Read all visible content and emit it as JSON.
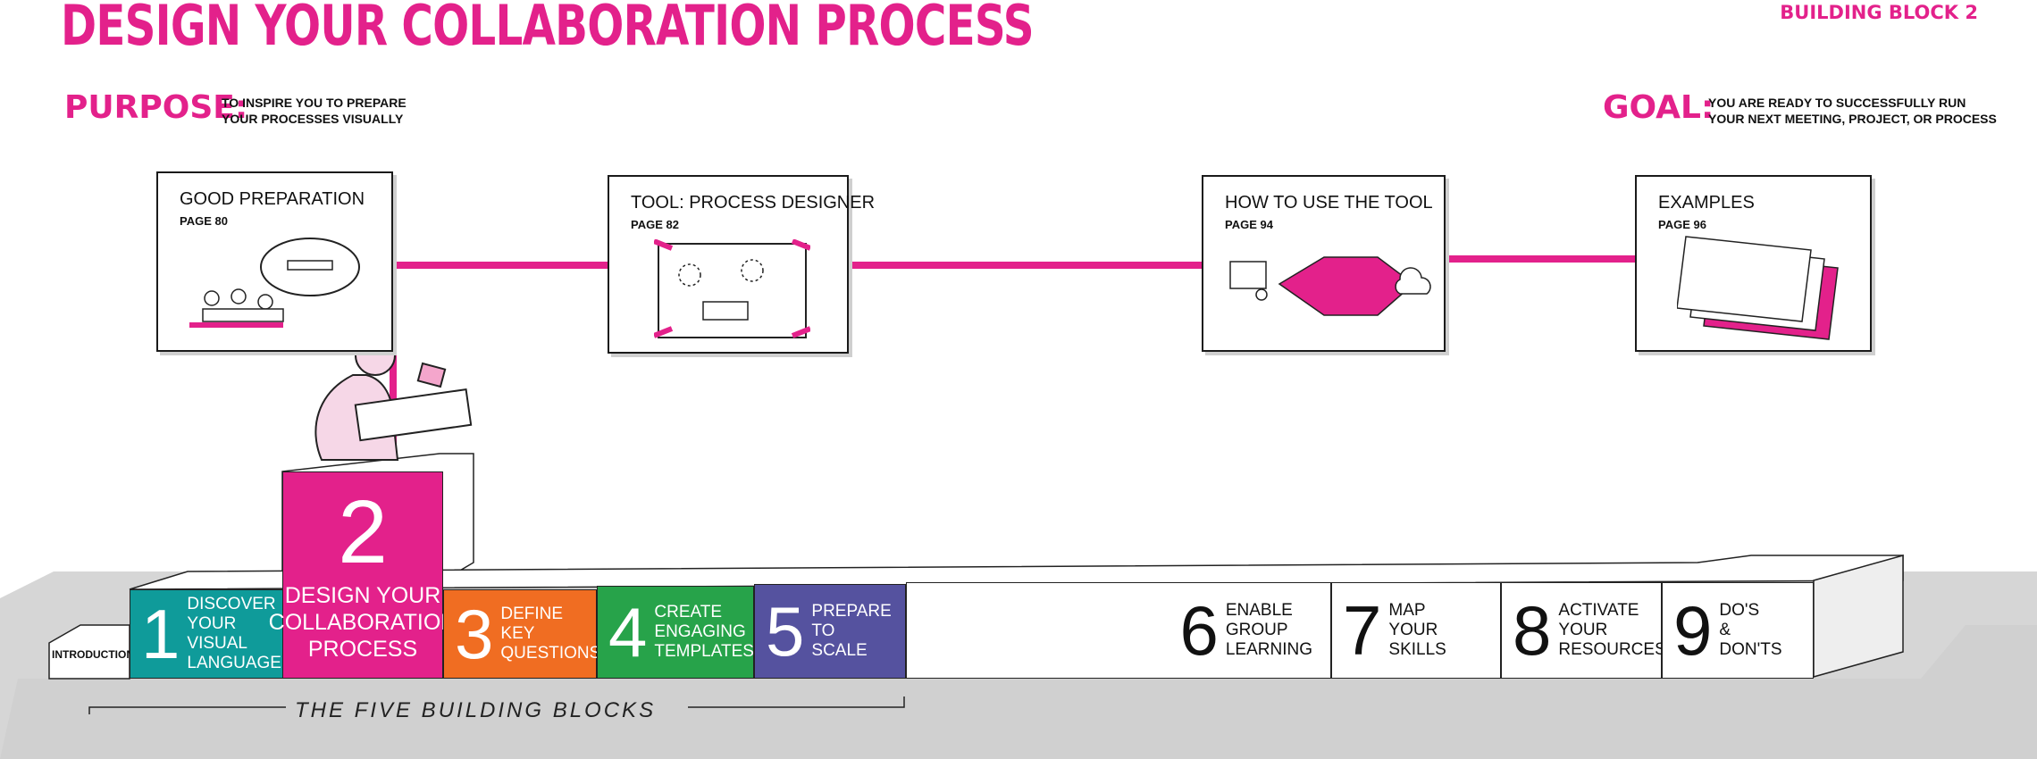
{
  "header": {
    "title": "DESIGN YOUR COLLABORATION PROCESS",
    "building_block": "BUILDING BLOCK 2",
    "purpose_label": "PURPOSE:",
    "purpose_line1": "TO INSPIRE YOU TO PREPARE",
    "purpose_line2": "YOUR PROCESSES VISUALLY",
    "goal_label": "GOAL:",
    "goal_line1": "YOU ARE READY TO SUCCESSFULLY RUN",
    "goal_line2": "YOUR NEXT MEETING, PROJECT, OR PROCESS"
  },
  "cards": [
    {
      "title": "GOOD PREPARATION",
      "page": "PAGE 80"
    },
    {
      "title": "TOOL: PROCESS DESIGNER",
      "page": "PAGE 82"
    },
    {
      "title": "HOW TO USE THE TOOL",
      "page": "PAGE 94"
    },
    {
      "title": "EXAMPLES",
      "page": "PAGE 96"
    }
  ],
  "steps": {
    "intro": "INTRODUCTION",
    "b1": {
      "num": "1",
      "line1": "DISCOVER",
      "line2": "YOUR VISUAL",
      "line3": "LANGUAGE"
    },
    "b2": {
      "num": "2",
      "line1": "DESIGN YOUR",
      "line2": "COLLABORATION",
      "line3": "PROCESS"
    },
    "b3": {
      "num": "3",
      "line1": "DEFINE",
      "line2": "KEY",
      "line3": "QUESTIONS"
    },
    "b4": {
      "num": "4",
      "line1": "CREATE",
      "line2": "ENGAGING",
      "line3": "TEMPLATES"
    },
    "b5": {
      "num": "5",
      "line1": "PREPARE",
      "line2": "TO",
      "line3": "SCALE"
    },
    "b6": {
      "num": "6",
      "line1": "ENABLE",
      "line2": "GROUP",
      "line3": "LEARNING"
    },
    "b7": {
      "num": "7",
      "line1": "MAP",
      "line2": "YOUR",
      "line3": "SKILLS"
    },
    "b8": {
      "num": "8",
      "line1": "ACTIVATE",
      "line2": "YOUR",
      "line3": "RESOURCES"
    },
    "b9": {
      "num": "9",
      "line1": "DO'S",
      "line2": "&",
      "line3": "DON'TS"
    },
    "bracket_label": "THE FIVE BUILDING BLOCKS"
  },
  "colors": {
    "pink": "#e3218b",
    "teal": "#0f9b9a",
    "orange": "#f06d22",
    "green": "#27a34a",
    "purple": "#55529f",
    "floor": "#d6d6d6"
  }
}
